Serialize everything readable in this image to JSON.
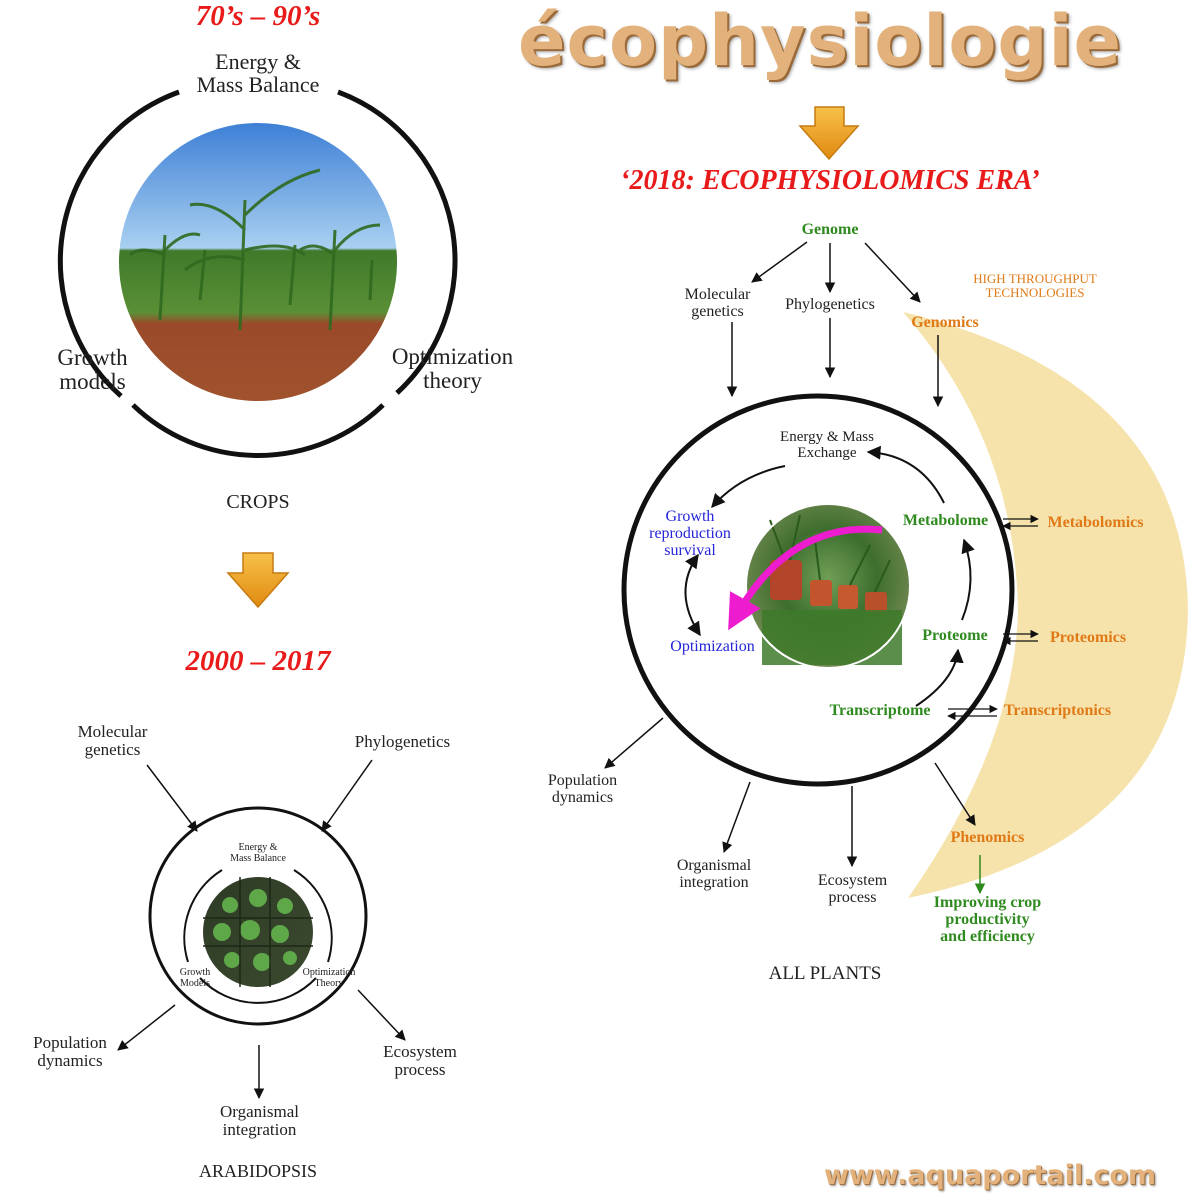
{
  "title": "écophysiologie",
  "website": "www.aquaportail.com",
  "colors": {
    "era_red": "#e81a1a",
    "omics_green": "#2f8a1f",
    "technology_orange": "#e07a17",
    "process_blue": "#2424d8",
    "band_fill": "#f5e2a8",
    "arrow_orange": "#f0a020",
    "magenta_arrow": "#ee1ccf"
  },
  "panel_crops": {
    "era": "70’s – 90’s",
    "top_label": "Energy &\nMass Balance",
    "left_label": "Growth\nmodels",
    "right_label": "Optimization\ntheory",
    "caption": "CROPS",
    "image": "corn-field-photo"
  },
  "panel_arabidopsis": {
    "era": "2000 – 2017",
    "inputs": [
      "Molecular\ngenetics",
      "Phylogenetics"
    ],
    "inner_top": "Energy &\nMass Balance",
    "inner_left": "Growth\nModels",
    "inner_right": "Optimization\nTheory",
    "outputs": [
      "Population\ndynamics",
      "Organismal\nintegration",
      "Ecosystem\nprocess"
    ],
    "caption": "ARABIDOPSIS",
    "image": "arabidopsis-tray-photo"
  },
  "panel_all_plants": {
    "era": "‘2018: ECOPHYSIOLOMICS ERA’",
    "genome": "Genome",
    "inputs": [
      "Molecular\ngenetics",
      "Phylogenetics"
    ],
    "high_throughput": "HIGH THROUGHPUT\nTECHNOLOGIES",
    "genomics": "Genomics",
    "inner": {
      "energy": "Energy & Mass\nExchange",
      "growth": "Growth\nreproduction\nsurvival",
      "optimization": "Optimization",
      "metabolome": "Metabolome",
      "proteome": "Proteome",
      "transcriptome": "Transcriptome"
    },
    "technologies": [
      "Metabolomics",
      "Proteomics",
      "Transcriptonics"
    ],
    "phenomics": "Phenomics",
    "outcome": "Improving crop\nproductivity\nand efficiency",
    "outputs": [
      "Population\ndynamics",
      "Organismal\nintegration",
      "Ecosystem\nprocess"
    ],
    "caption": "ALL PLANTS",
    "image": "potted-plants-photo"
  }
}
